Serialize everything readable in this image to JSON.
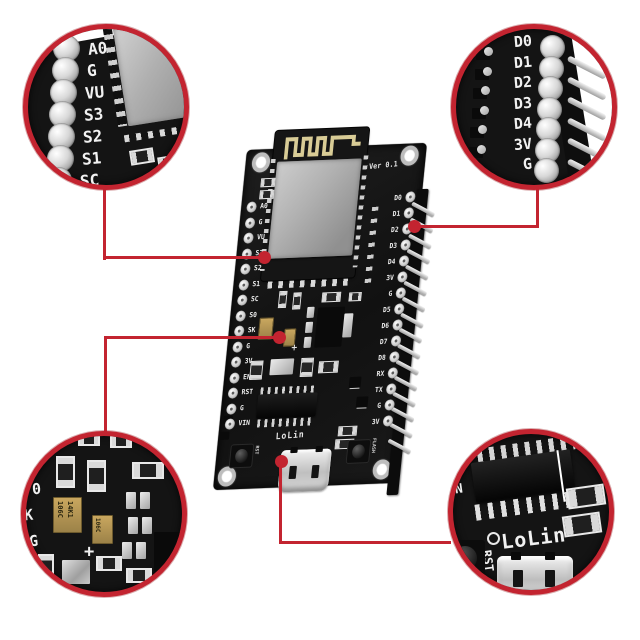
{
  "colors": {
    "accent_red": "#c32430",
    "pcb_black": "#161616",
    "silkscreen_white": "#ededed",
    "shield_silver": "#b2b2b2",
    "antenna_gold": "#d9cc96",
    "capacitor_tan": "#b89a55",
    "background": "#ffffff"
  },
  "board": {
    "version_label": "Ver 0.1",
    "brand_label": "LoLin",
    "left_pins": [
      "A0",
      "G",
      "VU",
      "S3",
      "S2",
      "S1",
      "SC",
      "S0",
      "SK",
      "G",
      "3V",
      "EN",
      "RST",
      "G",
      "VIN"
    ],
    "right_pins": [
      "D0",
      "D1",
      "D2",
      "D3",
      "D4",
      "3V",
      "G",
      "D5",
      "D6",
      "D7",
      "D8",
      "RX",
      "TX",
      "G",
      "3V"
    ],
    "rst_button_label": "RST",
    "flash_button_label": "FLASH"
  },
  "callouts": {
    "top_left": {
      "pins": [
        "A0",
        "G",
        "VU",
        "S3",
        "S2",
        "S1",
        "SC"
      ]
    },
    "top_right": {
      "pins": [
        "D0",
        "D1",
        "D2",
        "D3",
        "D4",
        "3V",
        "G"
      ]
    },
    "bottom_left": {
      "partial_pin_labels": [
        "0",
        "K",
        "G"
      ],
      "cap_marking_line1": "106C",
      "cap_marking_line2": "14K1",
      "plus_mark": "+"
    },
    "bottom_right": {
      "brand_label": "LoLin",
      "rst_label": "RST",
      "partial_left_label": "N"
    }
  }
}
